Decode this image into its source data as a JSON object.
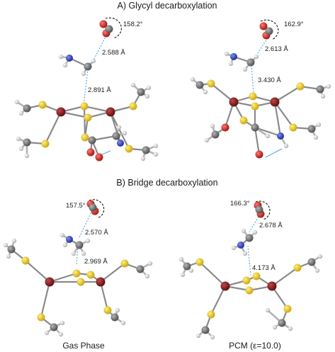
{
  "headings": {
    "a": "A) Glycyl decarboxylation",
    "b": "B) Bridge decarboxylation"
  },
  "captions": {
    "gas": "Gas Phase",
    "pcm": "PCM (ε=10.0)"
  },
  "panels": {
    "a_gas": {
      "angle": "158.2°",
      "d1": "2.588 Å",
      "d2": "2.891 Å"
    },
    "a_pcm": {
      "angle": "162.9°",
      "d1": "2.613 Å",
      "d2": "3.430 Å"
    },
    "b_gas": {
      "angle": "157.5°",
      "d1": "2.570 Å",
      "d2": "2.969 Å"
    },
    "b_pcm": {
      "angle": "166.3°",
      "d1": "2.678 Å",
      "d2": "4.173 Å"
    }
  },
  "atom_colors": {
    "iron": "#7a1416",
    "sulfur": "#e3c21c",
    "carbon": "#6e6e6e",
    "hydrogen": "#dedede",
    "oxygen": "#d81e1e",
    "nitrogen": "#2a3cc4",
    "distance_line": "#5aa5dc"
  }
}
